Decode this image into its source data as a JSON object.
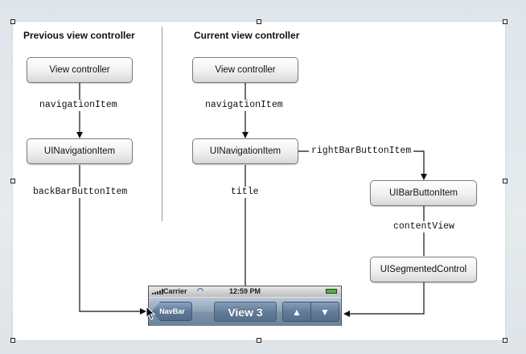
{
  "headings": {
    "previous": "Previous view controller",
    "current": "Current view controller"
  },
  "previous": {
    "view_controller": "View controller",
    "navigation_item_label": "navigationItem",
    "navigation_item": "UINavigationItem",
    "back_label": "backBarButtonItem"
  },
  "current": {
    "view_controller": "View controller",
    "navigation_item_label": "navigationItem",
    "navigation_item": "UINavigationItem",
    "right_label": "rightBarButtonItem",
    "title_label": "title",
    "bar_button_item": "UIBarButtonItem",
    "content_view_label": "contentView",
    "segmented_control": "UISegmentedControl"
  },
  "navbar": {
    "carrier": "Carrier",
    "time": "12:59 PM",
    "back_button": "NavBar",
    "title": "View 3",
    "segments": [
      "▲",
      "▼"
    ]
  },
  "icons": [
    "signal-icon",
    "wifi-icon",
    "battery-icon",
    "pointer-cursor-icon",
    "arrow-icon"
  ],
  "colors": {
    "navbar_blue": "#6c829b",
    "battery_green": "#3fbf2f",
    "background": "#e2e7eb"
  }
}
